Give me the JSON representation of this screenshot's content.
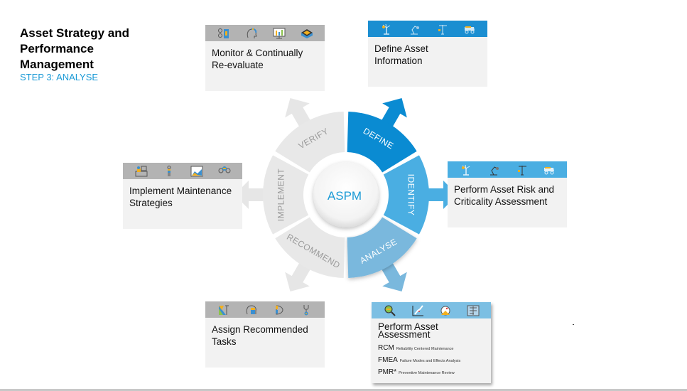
{
  "header": {
    "title": "Asset Strategy and Performance Management",
    "title_lines": [
      "Asset Strategy and",
      "Performance",
      "Management"
    ],
    "step": "STEP 3: ANALYSE"
  },
  "wheel": {
    "center_label": "ASPM",
    "segments": [
      {
        "label": "DEFINE",
        "state": "active-dark",
        "color": "#0a8bd2"
      },
      {
        "label": "IDENTIFY",
        "state": "active",
        "color": "#4aaee2"
      },
      {
        "label": "ANALYSE",
        "state": "current",
        "color": "#7ab8dd"
      },
      {
        "label": "RECOMMEND",
        "state": "inactive",
        "color": "#e8e8e8"
      },
      {
        "label": "IMPLEMENT",
        "state": "inactive",
        "color": "#e8e8e8"
      },
      {
        "label": "VERIFY",
        "state": "inactive",
        "color": "#e8e8e8"
      }
    ],
    "inactive_text_color": "#9a9a9a",
    "active_text_color": "#ffffff",
    "center_text_color": "#1a9ad6"
  },
  "cards": {
    "monitor": {
      "line1": "Monitor & Continually",
      "line2": "Re-evaluate",
      "icons": [
        "control-panel-icon",
        "head-profile-icon",
        "dashboard-monitor-icon",
        "server-box-icon"
      ]
    },
    "define": {
      "line1": "Define Asset",
      "line2": "Information",
      "icons": [
        "wind-turbine-icon",
        "robot-arm-icon",
        "crane-icon",
        "mining-truck-icon"
      ]
    },
    "risk": {
      "line1": "Perform Asset Risk and",
      "line2": "Criticality Assessment",
      "icons": [
        "wind-turbine-icon",
        "robot-arm-icon",
        "crane-icon",
        "mining-truck-icon"
      ]
    },
    "implement": {
      "line1": "Implement Maintenance",
      "line2": "Strategies",
      "icons": [
        "workstation-icon",
        "worker-icon",
        "chart-screen-icon",
        "lightbulbs-icon"
      ]
    },
    "assign": {
      "line1": "Assign Recommended",
      "line2": "Tasks",
      "icons": [
        "ruler-crane-icon",
        "clipboard-head-icon",
        "gear-head-icon",
        "stethoscope-icon"
      ]
    },
    "assessment": {
      "line1": "Perform Asset",
      "line2": "Assessment",
      "icons": [
        "magnifier-icon",
        "line-chart-icon",
        "pie-gauge-icon",
        "blueprint-icon"
      ],
      "methods": [
        {
          "abbr": "RCM",
          "full": "Reliability Centered Maintenance"
        },
        {
          "abbr": "FMEA",
          "full": "Failure Modes and Effects Analysis"
        },
        {
          "abbr": "PMR*",
          "full": "Preventive Maintenance Review"
        }
      ]
    }
  }
}
